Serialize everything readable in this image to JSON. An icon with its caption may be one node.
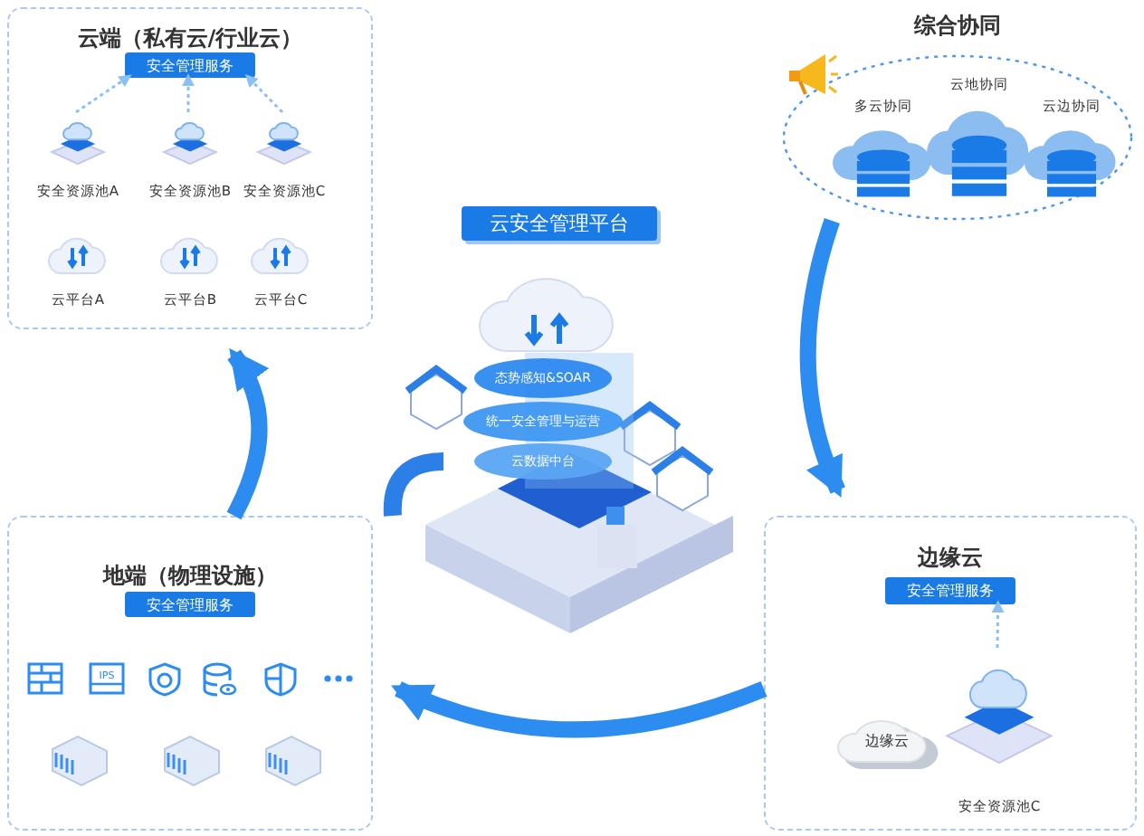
{
  "diagram": {
    "nodes": [
      {
        "text": [
          "云端（私有云/行业云）"
        ]
      },
      {
        "text": [
          "安全管理服务"
        ],
        "in": 0
      },
      {
        "text": [
          "安全资源池A"
        ],
        "in": 0
      },
      {
        "text": [
          "安全资源池B"
        ],
        "in": 0
      },
      {
        "text": [
          "安全资源池C"
        ],
        "in": 0
      },
      {
        "text": [
          "云平台A"
        ],
        "in": 0
      },
      {
        "text": [
          "云平台B"
        ],
        "in": 0
      },
      {
        "text": [
          "云平台C"
        ],
        "in": 0
      },
      {
        "text": [
          "综合协同"
        ]
      },
      {
        "text": [
          "多云协同"
        ],
        "in": 8
      },
      {
        "text": [
          "云地协同"
        ],
        "in": 8
      },
      {
        "text": [
          "云边协同"
        ],
        "in": 8
      },
      {
        "text": [
          "云安全管理平台"
        ]
      },
      {
        "text": [
          "态势感知&SOAR"
        ]
      },
      {
        "text": [
          "统一安全管理与运营"
        ]
      },
      {
        "text": [
          "云数据中台"
        ]
      },
      {
        "text": [
          "地端（物理设施）"
        ]
      },
      {
        "text": [
          "安全管理服务"
        ],
        "in": 16
      },
      {
        "text": [
          "边缘云"
        ]
      },
      {
        "text": [
          "安全管理服务"
        ],
        "in": 18
      },
      {
        "text": [
          "边缘云"
        ],
        "in": 18
      },
      {
        "text": [
          "安全资源池C"
        ],
        "in": 18
      }
    ],
    "edges": [
      {
        "from": 2,
        "to": 1,
        "arrow": "to",
        "style": "dashed"
      },
      {
        "from": 3,
        "to": 1,
        "arrow": "to",
        "style": "dashed"
      },
      {
        "from": 4,
        "to": 1,
        "arrow": "to",
        "style": "dashed"
      },
      {
        "from": 8,
        "to": 18,
        "arrow": "to",
        "style": "thick",
        "color": "#2d8cf0"
      },
      {
        "from": 18,
        "to": 16,
        "arrow": "to",
        "style": "thick",
        "color": "#2d8cf0"
      },
      {
        "from": 16,
        "to": 0,
        "arrow": "to",
        "style": "thick",
        "color": "#2d8cf0"
      },
      {
        "from": 21,
        "to": 19,
        "arrow": "to",
        "style": "dashed"
      }
    ],
    "labels": [
      "IPS"
    ]
  }
}
